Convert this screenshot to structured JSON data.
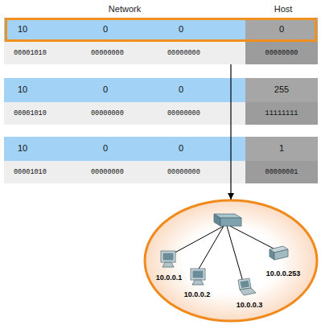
{
  "diagram": {
    "nodes": [
      {
        "text": [
          "10",
          "0",
          "0",
          "0",
          "00001010",
          "00000000",
          "00000000",
          "00000000"
        ]
      },
      {
        "text": [
          "10",
          "0",
          "0",
          "255",
          "00001010",
          "00000000",
          "00000000",
          "11111111"
        ]
      },
      {
        "text": [
          "10",
          "0",
          "0",
          "1",
          "00001010",
          "00000000",
          "00000000",
          "00000001"
        ]
      },
      {
        "text": [
          "10.0.0.1",
          "10.0.0.2",
          "10.0.0.3",
          "10.0.0.253"
        ]
      }
    ],
    "edges": [
      {
        "from": 0,
        "to": 3,
        "arrow": "to"
      }
    ],
    "labels": [
      "Network",
      "Host"
    ]
  }
}
